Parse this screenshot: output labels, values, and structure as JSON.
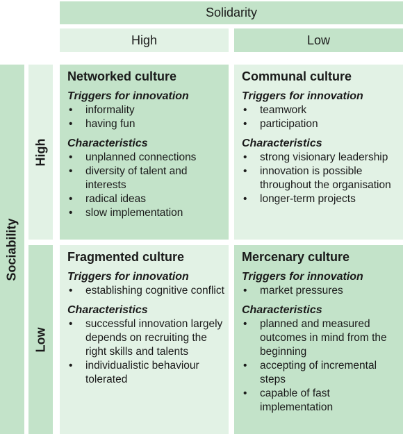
{
  "column_axis": {
    "title": "Solidarity",
    "high": "High",
    "low": "Low"
  },
  "row_axis": {
    "title": "Sociability",
    "high": "High",
    "low": "Low"
  },
  "quadrants": {
    "networked": {
      "title": "Networked culture",
      "triggers_heading": "Triggers for innovation",
      "triggers": [
        "informality",
        "having fun"
      ],
      "characteristics_heading": "Characteristics",
      "characteristics": [
        "unplanned connections",
        "diversity of talent and interests",
        "radical ideas",
        "slow implementation"
      ]
    },
    "communal": {
      "title": "Communal culture",
      "triggers_heading": "Triggers for innovation",
      "triggers": [
        "teamwork",
        "participation"
      ],
      "characteristics_heading": "Characteristics",
      "characteristics": [
        "strong visionary leadership",
        "innovation is possible throughout the organisation",
        "longer-term projects"
      ]
    },
    "fragmented": {
      "title": "Fragmented culture",
      "triggers_heading": "Triggers for innovation",
      "triggers": [
        "establishing cognitive conflict"
      ],
      "characteristics_heading": "Characteristics",
      "characteristics": [
        "successful innovation largely depends on recruiting the right skills and talents",
        "individualistic behaviour tolerated"
      ]
    },
    "mercenary": {
      "title": "Mercenary culture",
      "triggers_heading": "Triggers for innovation",
      "triggers": [
        "market pressures"
      ],
      "characteristics_heading": "Characteristics",
      "characteristics": [
        "planned and measured outcomes in mind from the beginning",
        "accepting of incremental steps",
        "capable of fast implementation"
      ]
    }
  }
}
